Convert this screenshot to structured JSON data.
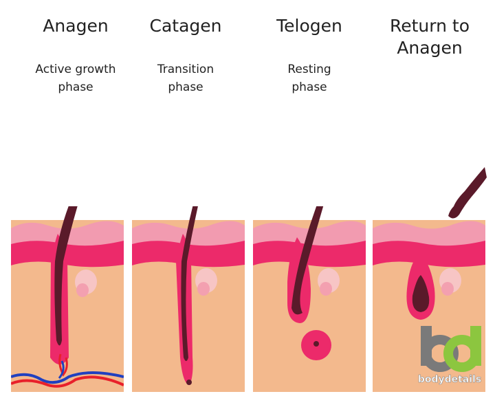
{
  "phases": [
    {
      "title": "Anagen",
      "subtitle": "Active growth\nphase"
    },
    {
      "title": "Catagen",
      "subtitle": "Transition\nphase"
    },
    {
      "title": "Telogen",
      "subtitle": "Resting\nphase"
    },
    {
      "title": "Return to\nAnagen",
      "subtitle": ""
    }
  ],
  "logo": {
    "text": "bodydetails",
    "letters": "bd",
    "colors": {
      "b": "#7a7a7a",
      "d": "#8cc63f"
    }
  },
  "colors": {
    "epidermis": "#f29bb0",
    "dermis_band": "#ec2a6a",
    "tissue": "#f3b98d",
    "hair": "#5a1a2a",
    "sheath": "#ec2a6a",
    "vein": "#2040c0",
    "artery": "#e8202a"
  }
}
